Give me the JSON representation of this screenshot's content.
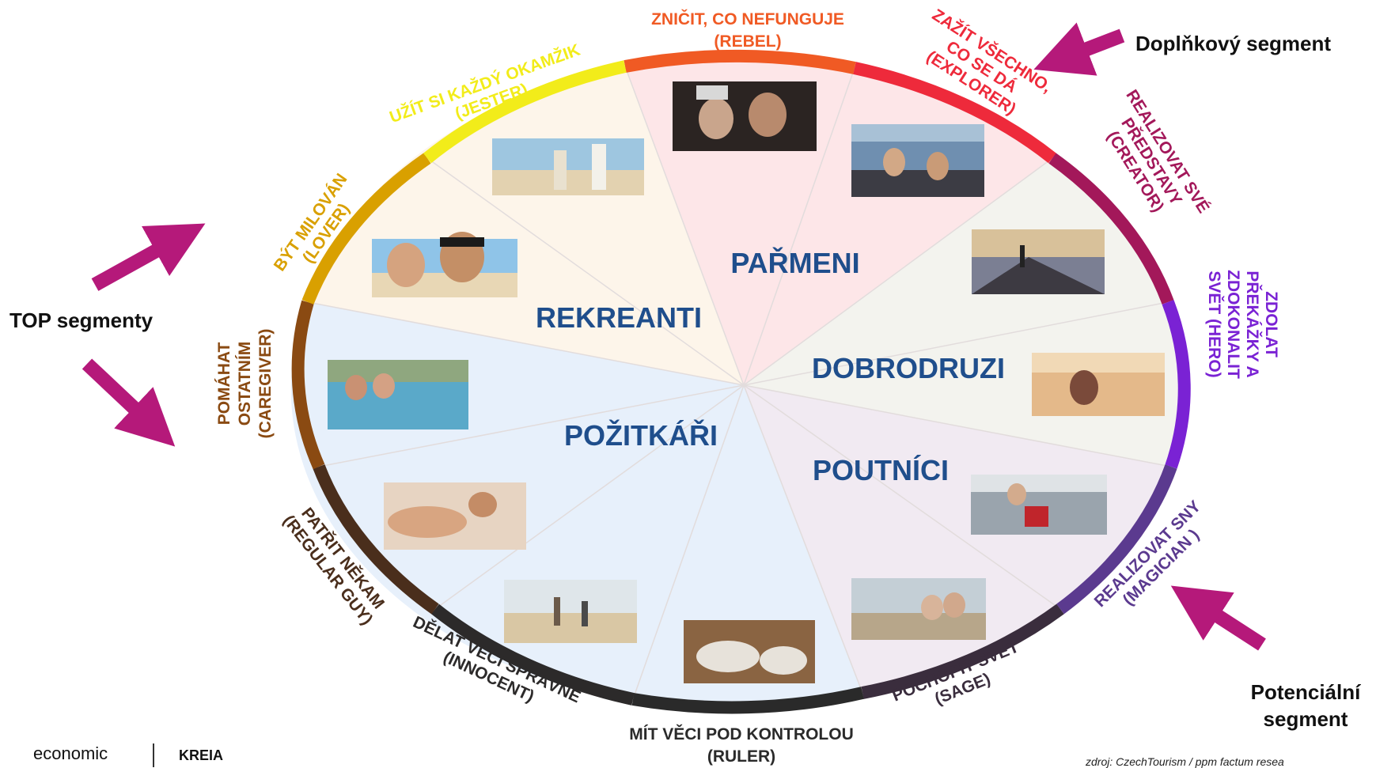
{
  "segments": {
    "parmeni": "PAŘMENI",
    "rekreanti": "REKREANTI",
    "dobrodruzi": "DOBRODRUZI",
    "pozitkari": "POŽITKÁŘI",
    "poutnici": "POUTNÍCI"
  },
  "archetypes": {
    "rebel": [
      "ZNIČIT, CO NEFUNGUJE",
      "(REBEL)"
    ],
    "explorer": [
      "ZAŽÍT VŠECHNO,",
      "CO SE DÁ",
      "(EXPLORER)"
    ],
    "creator": [
      "REALIZOVAT SVÉ",
      "PŘEDSTAVY",
      "(CREATOR)"
    ],
    "hero": [
      "ZDOLAT",
      "PŘEKÁŽKY A",
      "ZDOKONALIT",
      "SVĚT (HERO)"
    ],
    "magician": [
      "REALIZOVAT SNY",
      "(MAGICIAN )"
    ],
    "sage": [
      "POCHOPIT SVĚT",
      "(SAGE)"
    ],
    "ruler": [
      "MÍT VĚCI POD KONTROLOU",
      "(RULER)"
    ],
    "innocent": [
      "DĚLAT VĚCI SPRÁVNĚ",
      "(INNOCENT)"
    ],
    "regular_guy": [
      "PATŘIT NĚKAM",
      "(REGULAR GUY)"
    ],
    "caregiver": [
      "POMÁHAT",
      "OSTATNÍM",
      "(CAREGIVER)"
    ],
    "lover": [
      "BÝT MILOVÁN",
      "(LOVER)"
    ],
    "jester": [
      "UŽÍT SI KAŽDÝ OKAMŽIK",
      "(JESTER)"
    ]
  },
  "colors": {
    "rebel": "#f05a24",
    "explorer": "#ee2a3b",
    "creator": "#a3185a",
    "hero": "#7a22d4",
    "magician": "#5b3a8f",
    "sage": "#3a2d3d",
    "ruler": "#2a2a2a",
    "innocent": "#2c2a2a",
    "regular_guy": "#4a2e1c",
    "caregiver": "#8a4a12",
    "lover": "#d9a000",
    "jester": "#f2ec1a",
    "segment_text": "#1f4e8c",
    "arrow": "#b5197a"
  },
  "notes": {
    "doplnkovy": "Doplňkový segment",
    "top": "TOP segmenty",
    "potencialni_1": "Potenciální",
    "potencialni_2": "segment"
  },
  "source": "zdroj: CzechTourism / ppm factum resea",
  "logos": {
    "economic": "economic",
    "kreia": "KREIA"
  },
  "photos": [
    "photo-party",
    "photo-beach-couple",
    "photo-selfie-couple",
    "photo-friends-river",
    "photo-mountain-hiker",
    "photo-desert-traveler",
    "photo-hot-tub",
    "photo-massage",
    "photo-beach-family",
    "photo-spa-bath",
    "photo-elderly-couple",
    "photo-airport-travelers"
  ]
}
